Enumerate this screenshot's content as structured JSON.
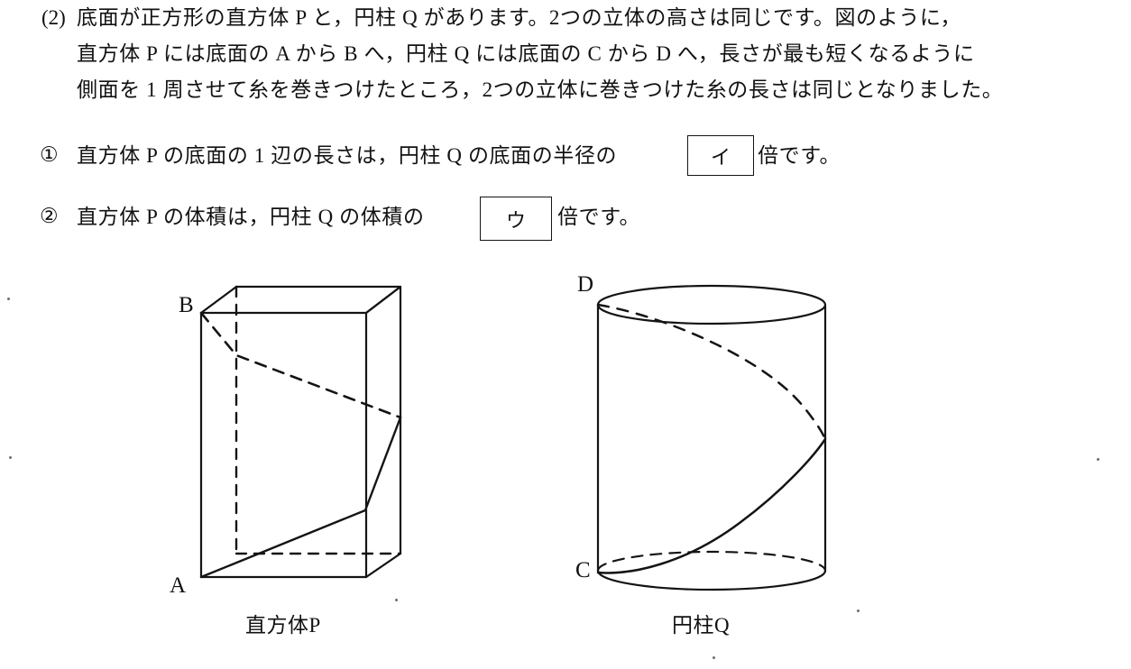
{
  "problem": {
    "marker": "(2)",
    "lines": [
      "底面が正方形の直方体 P と，円柱 Q があります。2つの立体の高さは同じです。図のように，",
      "直方体 P には底面の A から B へ，円柱 Q には底面の C から D へ，長さが最も短くなるように",
      "側面を 1 周させて糸を巻きつけたところ，2つの立体に巻きつけた糸の長さは同じとなりました。"
    ]
  },
  "items": [
    {
      "marker": "①",
      "text_before": "直方体 P の底面の 1 辺の長さは，円柱 Q の底面の半径の",
      "answer_box": "イ",
      "text_after": "倍です。"
    },
    {
      "marker": "②",
      "text_before": "直方体 P の体積は，円柱 Q の体積の",
      "answer_box": "ウ",
      "text_after": "倍です。"
    }
  ],
  "figures": {
    "cuboid": {
      "caption": "直方体P",
      "vertex_labels": {
        "start": "A",
        "end": "B"
      }
    },
    "cylinder": {
      "caption": "円柱Q",
      "vertex_labels": {
        "start": "C",
        "end": "D"
      }
    }
  },
  "colors": {
    "ink": "#121212",
    "paper": "#ffffff",
    "speck": "#6d6d6d"
  }
}
